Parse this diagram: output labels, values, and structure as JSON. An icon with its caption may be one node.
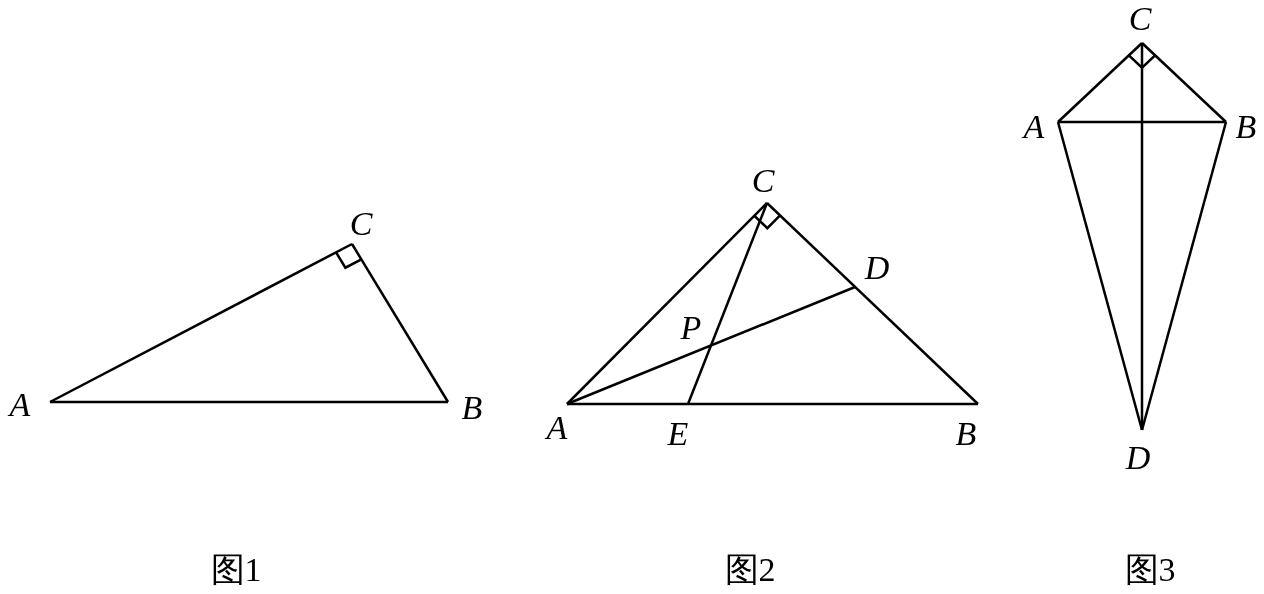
{
  "diagram": {
    "nodes": [
      {
        "text": [
          "A"
        ]
      },
      {
        "text": [
          "C"
        ]
      },
      {
        "text": [
          "B"
        ]
      },
      {
        "text": [
          "C"
        ]
      },
      {
        "text": [
          "D"
        ]
      },
      {
        "text": [
          "A"
        ]
      },
      {
        "text": [
          "E"
        ]
      },
      {
        "text": [
          "B"
        ]
      },
      {
        "text": [
          "C"
        ]
      },
      {
        "text": [
          "A"
        ]
      },
      {
        "text": [
          "B"
        ]
      },
      {
        "text": [
          "D"
        ]
      }
    ],
    "edges": [
      {
        "from": 0,
        "to": 1,
        "arrow": "none"
      },
      {
        "from": 1,
        "to": 2,
        "arrow": "none"
      },
      {
        "from": 0,
        "to": 2,
        "arrow": "none"
      },
      {
        "from": 5,
        "to": 3,
        "arrow": "none"
      },
      {
        "from": 3,
        "to": 7,
        "arrow": "none"
      },
      {
        "from": 5,
        "to": 7,
        "arrow": "none"
      },
      {
        "from": 5,
        "to": 4,
        "arrow": "none"
      },
      {
        "from": 3,
        "to": 6,
        "arrow": "none"
      },
      {
        "from": 9,
        "to": 8,
        "arrow": "none"
      },
      {
        "from": 8,
        "to": 10,
        "arrow": "none"
      },
      {
        "from": 9,
        "to": 10,
        "arrow": "none"
      },
      {
        "from": 9,
        "to": 11,
        "arrow": "none"
      },
      {
        "from": 10,
        "to": 11,
        "arrow": "none"
      },
      {
        "from": 8,
        "to": 11,
        "arrow": "none"
      }
    ],
    "labels": [
      "P",
      "图1",
      "图2",
      "图3"
    ]
  }
}
